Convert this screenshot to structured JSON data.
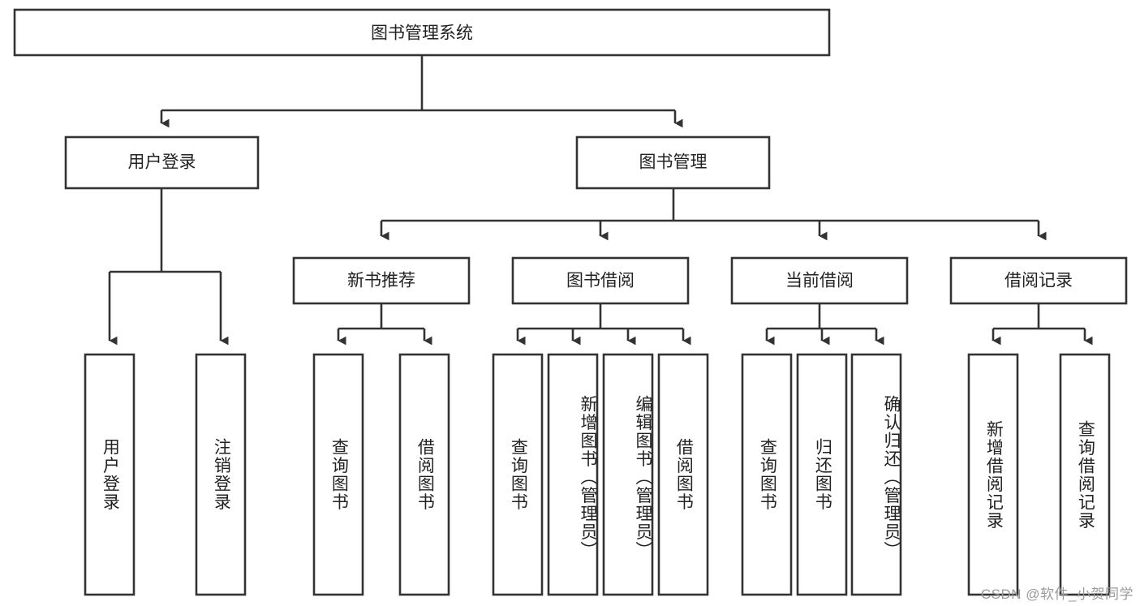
{
  "diagram": {
    "title": "图书管理系统",
    "type": "tree-hierarchy",
    "watermark": "CSDN @软件_小贺同学",
    "colors": {
      "box_fill": "#ffffff",
      "box_stroke": "#333333",
      "text": "#222222",
      "watermark": "#9a9a9a",
      "background": "#ffffff"
    },
    "root": {
      "label": "图书管理系统"
    },
    "level2": [
      {
        "label": "用户登录"
      },
      {
        "label": "图书管理"
      }
    ],
    "level3": [
      {
        "label": "新书推荐"
      },
      {
        "label": "图书借阅"
      },
      {
        "label": "当前借阅"
      },
      {
        "label": "借阅记录"
      }
    ],
    "leaves": {
      "user_login": [
        {
          "label": "用户登录"
        },
        {
          "label": "注销登录"
        }
      ],
      "new_book_recommend": [
        {
          "label": "查询图书"
        },
        {
          "label": "借阅图书"
        }
      ],
      "book_borrow": [
        {
          "label": "查询图书"
        },
        {
          "label": "新增图书（管理员）"
        },
        {
          "label": "编辑图书（管理员）"
        },
        {
          "label": "借阅图书"
        }
      ],
      "current_borrow": [
        {
          "label": "查询图书"
        },
        {
          "label": "归还图书"
        },
        {
          "label": "确认归还（管理员）"
        }
      ],
      "borrow_record": [
        {
          "label": "新增借阅记录"
        },
        {
          "label": "查询借阅记录"
        }
      ]
    }
  }
}
